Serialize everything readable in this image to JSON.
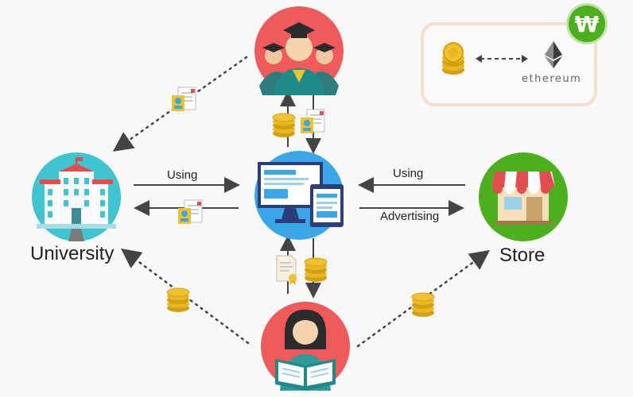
{
  "nodes": {
    "university": {
      "label": "University",
      "icon": "university-building-icon",
      "color": "#40c4cf"
    },
    "store": {
      "label": "Store",
      "icon": "store-shop-icon",
      "color": "#4caf1c"
    },
    "platform": {
      "label": "",
      "icon": "computer-tablet-icon",
      "color": "#3aa7e8"
    },
    "graduates": {
      "label": "",
      "icon": "graduates-icon",
      "color": "#f05a5a"
    },
    "student": {
      "label": "",
      "icon": "student-reading-icon",
      "color": "#f05a5a"
    }
  },
  "edges": {
    "university_to_platform": "Using",
    "store_to_platform": "Using",
    "platform_to_store": "Advertising"
  },
  "legend": {
    "token_icon": "coin-stack-icon",
    "ethereum_text": "ethereum",
    "badge_symbol": "₩",
    "border_color": "#f6dfca",
    "badge_color": "#4caf1c"
  }
}
